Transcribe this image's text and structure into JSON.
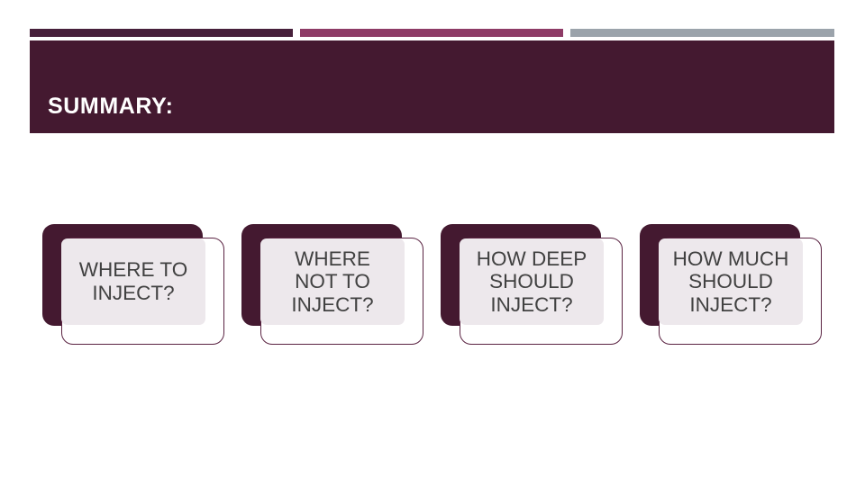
{
  "slide": {
    "background_color": "#FFFFFF",
    "title": "SUMMARY:",
    "title_band_color": "#441930",
    "title_text_color": "#FFFFFF",
    "deco_bars": [
      {
        "name": "bar-dark-maroon",
        "color": "#47203B"
      },
      {
        "name": "bar-magenta",
        "color": "#8E3B66"
      },
      {
        "name": "bar-gray",
        "color": "#9BA3AB"
      }
    ],
    "cards": [
      {
        "label": "WHERE TO\nINJECT?",
        "back_color": "#441930",
        "panel_color": "#EDE8EC",
        "text_color": "#414141"
      },
      {
        "label": "WHERE\nNOT TO\nINJECT?",
        "back_color": "#441930",
        "panel_color": "#EDE8EC",
        "text_color": "#414141"
      },
      {
        "label": "HOW DEEP\nSHOULD\nINJECT?",
        "back_color": "#441930",
        "panel_color": "#EDE8EC",
        "text_color": "#414141"
      },
      {
        "label": "HOW MUCH\nSHOULD\nINJECT?",
        "back_color": "#441930",
        "panel_color": "#EDE8EC",
        "text_color": "#414141"
      }
    ]
  }
}
